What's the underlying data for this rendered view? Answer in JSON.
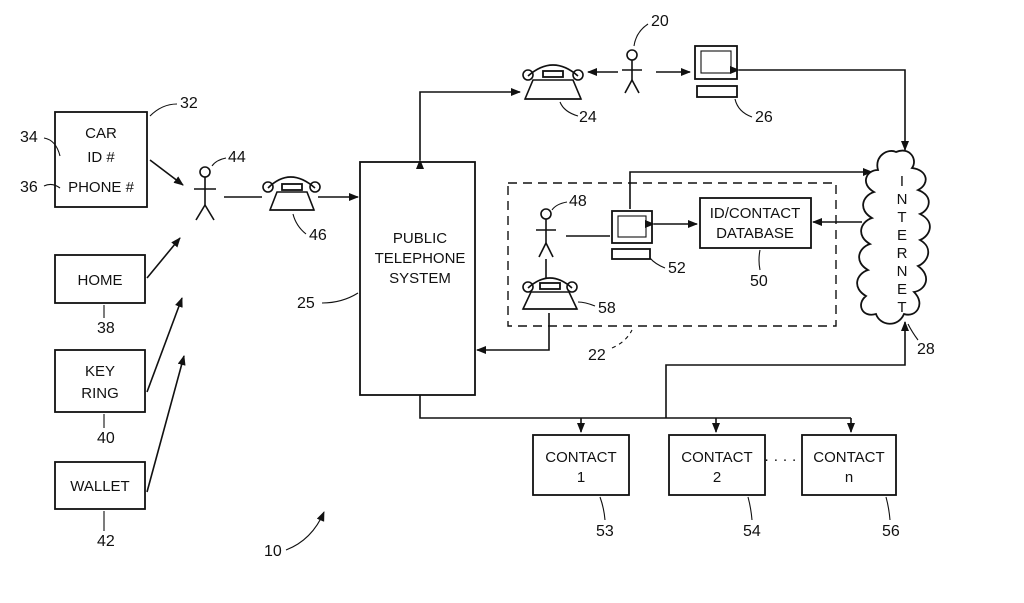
{
  "figure": {
    "label_car": "CAR",
    "label_id": "ID #",
    "label_phone": "PHONE #",
    "label_home": "HOME",
    "label_key": "KEY",
    "label_ring": "RING",
    "label_wallet": "WALLET",
    "label_pts_1": "PUBLIC",
    "label_pts_2": "TELEPHONE",
    "label_pts_3": "SYSTEM",
    "label_db_1": "ID/CONTACT",
    "label_db_2": "DATABASE",
    "label_internet": "INTERNET",
    "label_contact": "CONTACT",
    "label_contact_1": "1",
    "label_contact_2": "2",
    "label_contact_n": "n",
    "label_ellipsis": "· · · · ·"
  },
  "refs": {
    "r10": "10",
    "r20": "20",
    "r22": "22",
    "r24": "24",
    "r25": "25",
    "r26": "26",
    "r28": "28",
    "r32": "32",
    "r34": "34",
    "r36": "36",
    "r38": "38",
    "r40": "40",
    "r42": "42",
    "r44": "44",
    "r46": "46",
    "r48": "48",
    "r50": "50",
    "r52": "52",
    "r53": "53",
    "r54": "54",
    "r56": "56",
    "r58": "58"
  }
}
